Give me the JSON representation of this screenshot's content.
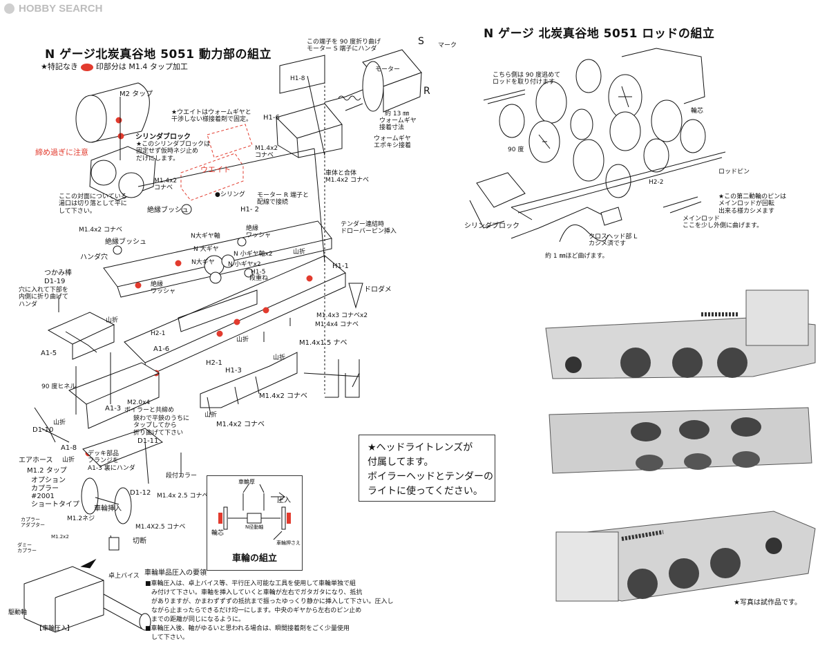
{
  "watermark": "HOBBY SEARCH",
  "left_sheet": {
    "title": "N ゲージ北炭真谷地 5051 動力部の組立",
    "legend_prefix": "★特記なき",
    "legend_suffix": "印部分は M1.4 タップ加工",
    "labels": {
      "m2_tap": "M2 タップ",
      "cylinder_block": "シリンダブロック",
      "cylinder_note": "★このシリンダブロックは\n固定せず仮時ネジ止め\nだけにします。",
      "overtight_warning": "締め過ぎに注意",
      "weight_note": "★ウエイトはウォームギヤと\n干渉しない様接着剤で固定。",
      "weight": "ウエイト",
      "m14x2_nabe_cyl": "M1.4x2\nコナベ",
      "surface_note": "ここの対面についている\n湯口は切り落として平に\nして下さい。",
      "m14x2_nabe_a": "M1.4x2 コナベ",
      "insulating_bush_a": "絶縁ブッシュ",
      "insulating_bush_b": "絶縁ブッシュ",
      "bushing_ring": "●シリング",
      "solder_hole": "ハンダ穴",
      "motor_r_note": "モーター R 端子と\n配線で接続",
      "h1_2": "H1- 2",
      "insulating_washer_a": "絶縁\nワッシャ",
      "n_big_gear_shaft": "N大ギヤ軸",
      "n_big_gear": "N 大ギヤ",
      "n_big_gear_2": "N大ギヤ",
      "n_small_gear_shaft": "N 小ギヤ軸x2",
      "n_small_gear": "N 小ギヤx2",
      "h1_5": "H1-5",
      "h1_5_sub": "段重ね",
      "insulating_washer_b": "絶縁\nワッシャ",
      "terminal_note": "この端子を 90 度折り曲げ\nモーター S 端子にハンダ",
      "h1_8": "H1-8",
      "motor": "モーター",
      "mark": "マーク",
      "s": "S",
      "r": "R",
      "h1_6": "H1-6",
      "m14x2_nabe_b": "M1.4x2\nコナベ",
      "approx_13mm": "約 13 ㎜",
      "worm_gear_adh": "ウォームギヤ\n接着寸法",
      "worm_gear_epoxy": "ウォームギヤ\nエポキシ接着",
      "body_together": "車体と合体\nM1.4x2 コナベ",
      "tender_pin": "テンダー連結時\nドローバーピン挿入",
      "yamaori_a": "山折",
      "h1_1": "H1-1",
      "drodame": "ドロダメ",
      "m14x3_nabe": "M1.4x3 コナベx2",
      "m14x4_nabe": "M1.4x4 コナベ",
      "m14x15_nabe": "M1.4x1.5 ナベ",
      "grab_bar": "つかみ棒\nD1-19",
      "grab_note": "穴に入れて下部を\n内側に折り曲げて\nハンダ",
      "a1_5": "A1-5",
      "yamaori_b": "山折",
      "h2_1_top": "H2-1",
      "a1_6": "A1-6",
      "h2_1": "H2-1",
      "h1_3": "H1-3",
      "yamaori_c": "山折",
      "yamaori_d": "山折",
      "m14x2_nabe_c": "M1.4x2 コナベ",
      "m14x2_nabe_d": "M1.4x2 コナベ",
      "yamaori_e": "山折",
      "hinge_90": "90 度ヒネル",
      "d1_10": "D1-10",
      "yamaori_f": "山折",
      "a1_3": "A1-3",
      "m20x4": "M2.0x4",
      "boiler_common": "ボイラーと共締め",
      "tap_note": "鋏わで平鋏のうちに\nタップしてから\n折り曲げて下さい",
      "d1_11": "D1-11",
      "air_hose": "エアホース",
      "a1_8": "A1-8",
      "deck_part": "デッキ部品\nフランジを\nA1-3 裏にハンダ",
      "m12_tap": "M1.2 タップ",
      "yamaori_g": "山折",
      "option_coupler": "オプション\nカプラー\n#2001\nショートタイプ",
      "step_collar": "段付カラー",
      "d1_12": "D1-12",
      "m14x25_nabe_a": "M1.4x 2.5 コナベ",
      "wheel_insert": "車輪挿入",
      "m12_screw": "M1.2ネジ",
      "m14x25_nabe_b": "M1.4X2.5 コナベ",
      "cut": "切断",
      "coupler_adapter": "カプラー\nアダプター",
      "m12x2": "M1.2x2",
      "dummy_coupler": "ダミー\nカプラー",
      "vise": "卓上バイス",
      "drive_shaft": "駆動軸",
      "wheel_press": "【車輪圧入】"
    },
    "wheel_box": {
      "caption": "車輪の組立",
      "tread_label": "車輪厚",
      "press_in": "圧入",
      "hub": "輪芯",
      "n_axle": "N径動軸",
      "wheel_holder": "車輪押さえ"
    },
    "instructions": {
      "heading": "車輪単品圧入の要領",
      "lines": [
        "■車輪圧入は、卓上バイス等、平行圧入可能な工具を使用して車輪単独で組",
        "　み付けて下さい。車軸を挿入していくと車輪が左右でガタガタになり、抵抗",
        "　がありますが、かまわずずずの抵抗まで振ったゆっくり静かに挿入して下さい。圧入し",
        "　ながら止まったらできるだけ均一にします。中央のギヤから左右のピン止め",
        "　までの距離が同じになるように。",
        "■車輪圧入後、軸がゆるいと思われる場合は、瞬間接着剤をごく少量使用",
        "　して下さい。"
      ]
    },
    "notice_box": [
      "★ヘッドライトレンズが",
      "付属してます。",
      "ボイラーヘッドとテンダーの",
      "ライトに使ってください。"
    ]
  },
  "right_sheet": {
    "title": "N ゲージ 北炭真谷地 5051 ロッドの組立",
    "labels": {
      "bend_note": "こちら側は 90 度逃めて\nロッドを取り付けます",
      "deg90": "90 度",
      "wheel_center": "輪芯",
      "rod_pin": "ロッドピン",
      "h2_2": "H2-2",
      "second_axle_note": "★この第二動輪のピンは\nメインロッドが回転\n出来る様カシメます",
      "main_rod_note": "メインロッド\nここを少し外側に曲げます。",
      "cylinder_block": "シリンダブロック",
      "crosshead": "クロスヘッド部 L\nカシメ済です",
      "approx_1mm": "約 1 ㎜ほど曲げます。"
    },
    "photo_caption": "★写真は試作品です。"
  },
  "colors": {
    "accent_red": "#e23b2e",
    "line": "#111111",
    "watermark": "#bdbdbd"
  }
}
